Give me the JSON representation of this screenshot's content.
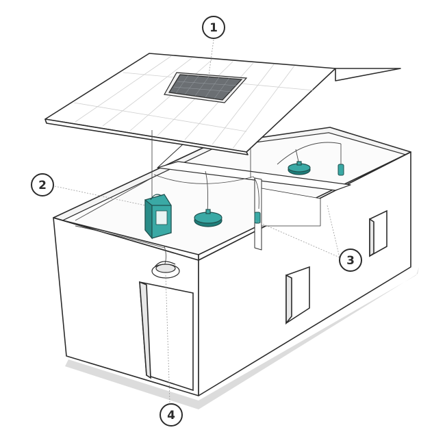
{
  "callouts": [
    {
      "id": "1",
      "label": "1",
      "target": "solar-panel"
    },
    {
      "id": "2",
      "label": "2",
      "target": "battery-unit"
    },
    {
      "id": "3",
      "label": "3",
      "target": "pendant-lights-and-switches"
    },
    {
      "id": "4",
      "label": "4",
      "target": "outdoor-light"
    }
  ],
  "colors": {
    "accent": "#3aa9a5",
    "accent_dark": "#1f7e7a",
    "outline": "#2b2b2b",
    "wall": "#ffffff",
    "shadow": "#d9d9d9",
    "panel": "#6b6f73"
  }
}
